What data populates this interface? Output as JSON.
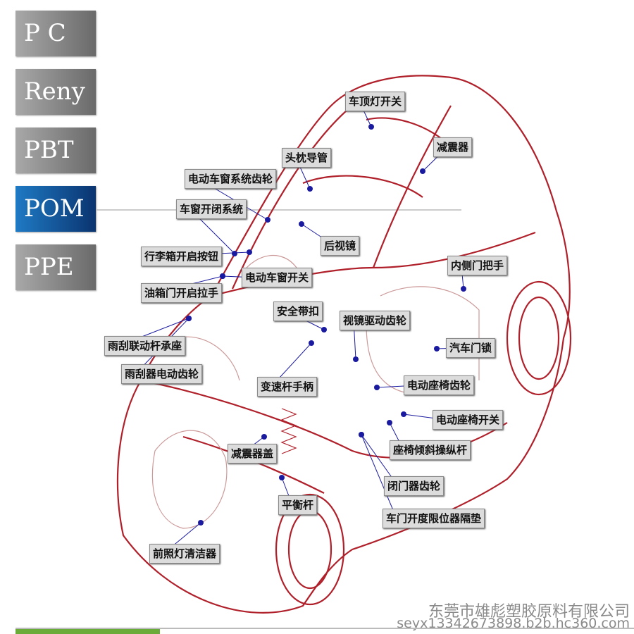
{
  "materials": {
    "tabs": [
      "P C",
      "Reny",
      "PBT",
      "POM",
      "PPE"
    ],
    "selected": "POM"
  },
  "colors": {
    "selected_tab": "#0a3470",
    "car_outline": "#b0202a",
    "marker": "#1a1aa0"
  },
  "parts": [
    "车顶灯开关",
    "减震器",
    "头枕导管",
    "电动车窗系统齿轮",
    "车窗开闭系统",
    "后视镜",
    "行李箱开启按钮",
    "电动车窗开关",
    "内侧门把手",
    "油箱门开启拉手",
    "安全带扣",
    "视镜驱动齿轮",
    "雨刮联动杆承座",
    "汽车门锁",
    "雨刮器电动齿轮",
    "变速杆手柄",
    "电动座椅齿轮",
    "电动座椅开关",
    "座椅倾斜操纵杆",
    "减震器盖",
    "闭门器齿轮",
    "平衡杆",
    "车门开度限位器隔垫",
    "前照灯清洁器"
  ],
  "watermark": {
    "company": "东莞市雄彪塑胶原料有限公司",
    "site": "seyx13342673898.b2b.hc360.com"
  }
}
